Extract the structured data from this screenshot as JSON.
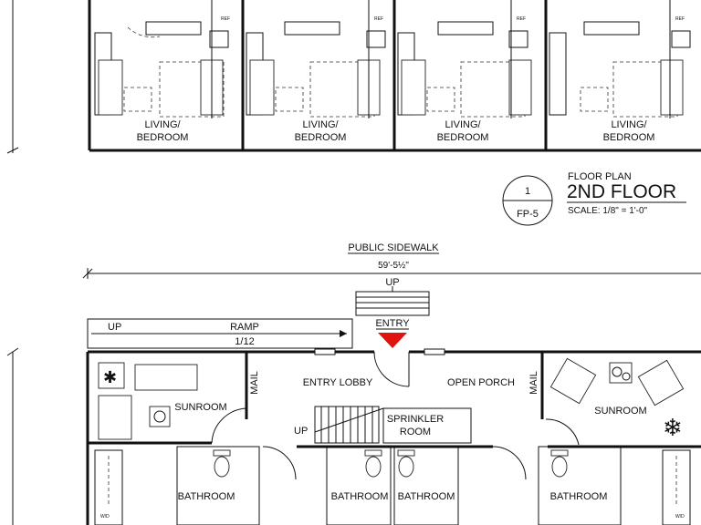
{
  "upper_plan": {
    "unit_label_line1": "LIVING/",
    "unit_label_line2": "BEDROOM",
    "small_tag": "REF"
  },
  "title_block": {
    "detail_number": "1",
    "sheet_number": "FP-5",
    "heading": "FLOOR PLAN",
    "title": "2ND FLOOR",
    "scale": "SCALE: 1/8\" = 1'-0\""
  },
  "ground_plan": {
    "sidewalk": "PUBLIC SIDEWALK",
    "dimension": "59'-5½\"",
    "up": "UP",
    "ramp": "RAMP",
    "ramp_slope": "1/12",
    "entry": "ENTRY",
    "entry_lobby": "ENTRY LOBBY",
    "open_porch": "OPEN PORCH",
    "mail": "MAIL",
    "sunroom": "SUNROOM",
    "sprinkler_line1": "SPRINKLER",
    "sprinkler_line2": "ROOM",
    "bathroom": "BATHROOM",
    "washer_dryer": "W/D"
  },
  "colors": {
    "ink": "#111111",
    "entry_marker": "#e0140f",
    "background": "#ffffff"
  }
}
